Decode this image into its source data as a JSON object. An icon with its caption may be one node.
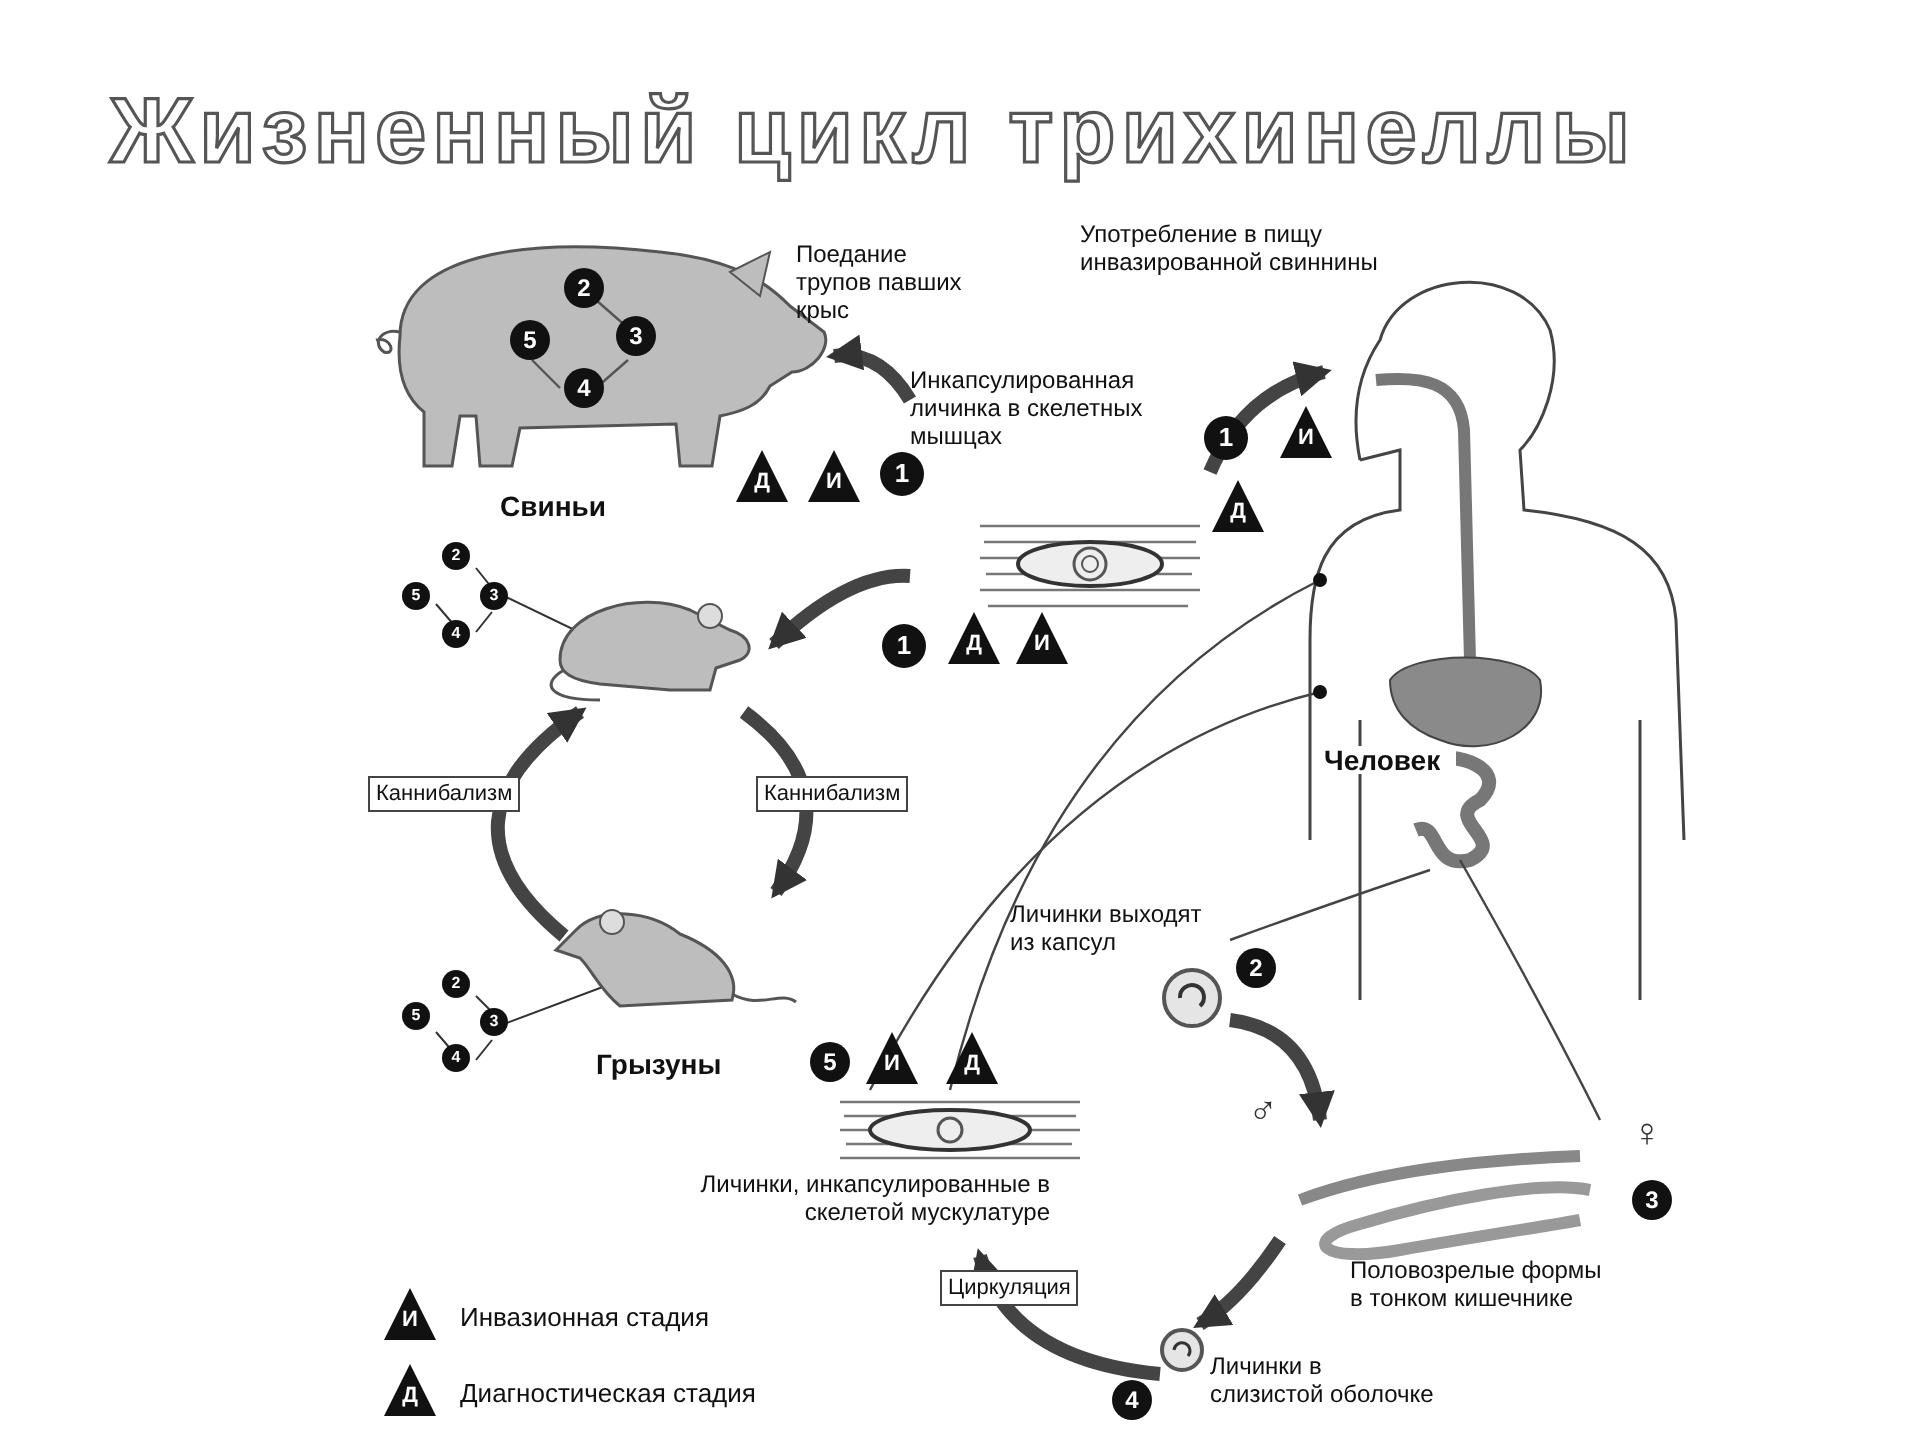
{
  "diagram": {
    "title": "Жизненный цикл трихинеллы",
    "nodes": [
      {
        "text": [
          "Свиньи"
        ]
      },
      {
        "text": [
          "Инкапсулированная личинка в скелетных мышцах"
        ]
      },
      {
        "text": [],
        "shape": "picture"
      },
      {
        "text": [
          "Грызуны"
        ]
      },
      {
        "text": [
          "Человек"
        ]
      },
      {
        "text": [
          "Личинки выходят из капсул"
        ],
        "beside": [
          "2"
        ]
      },
      {
        "text": [
          "Половозрелые формы в тонком кишечнике"
        ],
        "beside": [
          "♂",
          "♀",
          "3"
        ]
      },
      {
        "text": [
          "Личинки в слизистой оболочке"
        ],
        "beside": [
          "4"
        ]
      },
      {
        "text": [
          "Личинки, инкапсулированные в скелетой мускулатуре"
        ],
        "beside": [
          "5",
          "И",
          "Д"
        ]
      }
    ],
    "edges": [
      {
        "from": 1,
        "to": 0,
        "arrow": "to",
        "label": "Поедание трупов павших крыс"
      },
      {
        "from": 1,
        "to": 2,
        "arrow": "to"
      },
      {
        "from": 1,
        "to": 4,
        "arrow": "to",
        "label": "Употребление в пищу инвазированной свиннины"
      },
      {
        "from": 2,
        "to": 3,
        "arrow": "to",
        "label": "Каннибализм"
      },
      {
        "from": 3,
        "to": 2,
        "arrow": "to",
        "label": "Каннибализм"
      },
      {
        "from": 5,
        "to": 6,
        "arrow": "to"
      },
      {
        "from": 6,
        "to": 7,
        "arrow": "to"
      },
      {
        "from": 7,
        "to": 8,
        "arrow": "to",
        "label": "Циркуляция"
      },
      {
        "from": 5,
        "to": 4,
        "arrow": "none"
      },
      {
        "from": 6,
        "to": 4,
        "arrow": "none"
      },
      {
        "from": 8,
        "to": 4,
        "arrow": "other"
      },
      {
        "from": 8,
        "to": 4,
        "arrow": "other"
      }
    ],
    "labels": [
      "2",
      "5",
      "3",
      "4",
      "Д",
      "И",
      "1",
      "1",
      "И",
      "Д",
      "2",
      "5",
      "3",
      "4",
      "1",
      "Д",
      "И",
      "2",
      "5",
      "3",
      "4",
      "И",
      "Д"
    ],
    "legend": [
      {
        "text": "Инвазионная стадия"
      },
      {
        "text": "Диагностическая стадия"
      }
    ]
  }
}
